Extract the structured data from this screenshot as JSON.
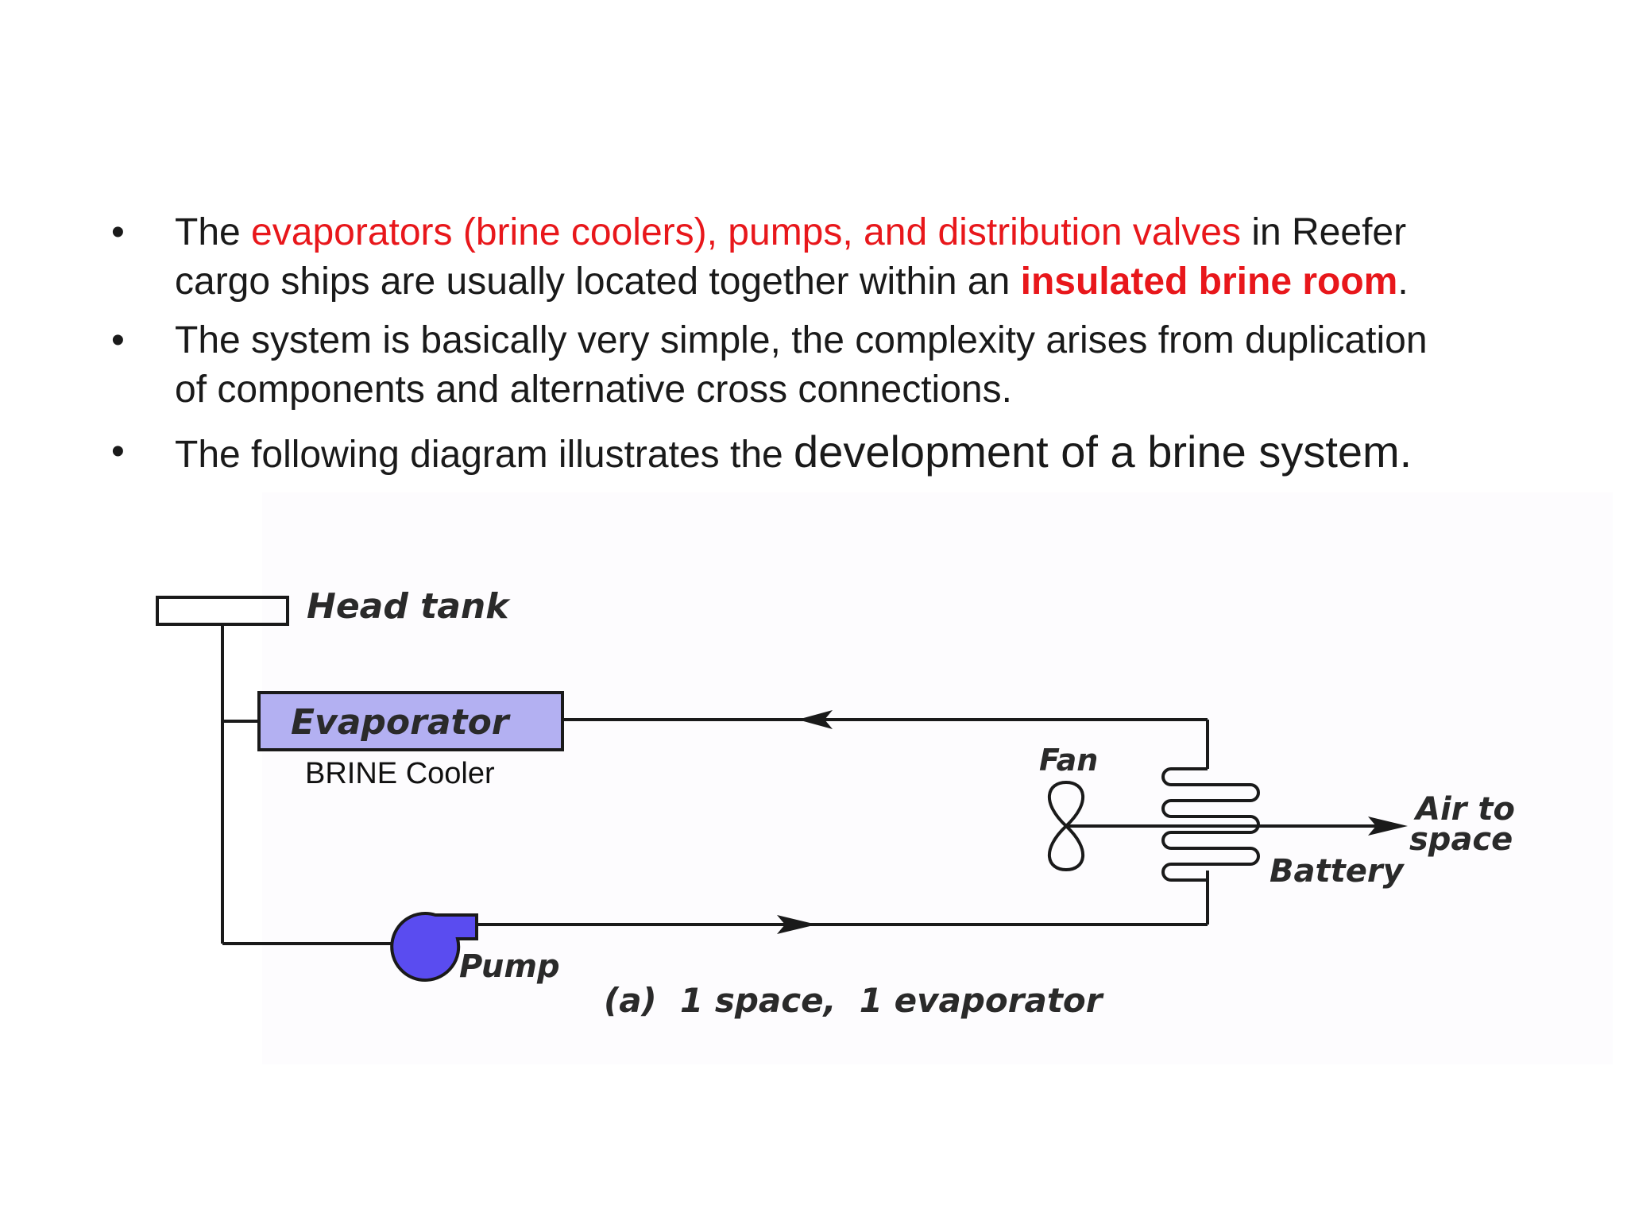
{
  "bullets": [
    {
      "t1": "The ",
      "t2": "evaporators (brine coolers), pumps, and distribution valves",
      "t3": " in Reefer",
      "t4": "cargo ships are usually located together within an ",
      "t5": "insulated brine room",
      "t6": "."
    },
    {
      "l1": "The system is basically very simple, the complexity arises from duplication",
      "l2": "of components and alternative cross connections."
    },
    {
      "t1": "The following diagram illustrates the ",
      "t2": "development of a brine system."
    }
  ],
  "bullet_symbol": "•",
  "diagram": {
    "head_tank": "Head tank",
    "evaporator": "Evaporator",
    "brine_cooler": "BRINE Cooler",
    "fan": "Fan",
    "air_to": "Air to",
    "space": "space",
    "battery": "Battery",
    "pump": "Pump",
    "caption": "(a)  1 space,  1 evaporator",
    "colors": {
      "evaporator_fill": "#b3b0f2",
      "pump_fill": "#5a4cf0",
      "line": "#1a1a1a"
    }
  }
}
